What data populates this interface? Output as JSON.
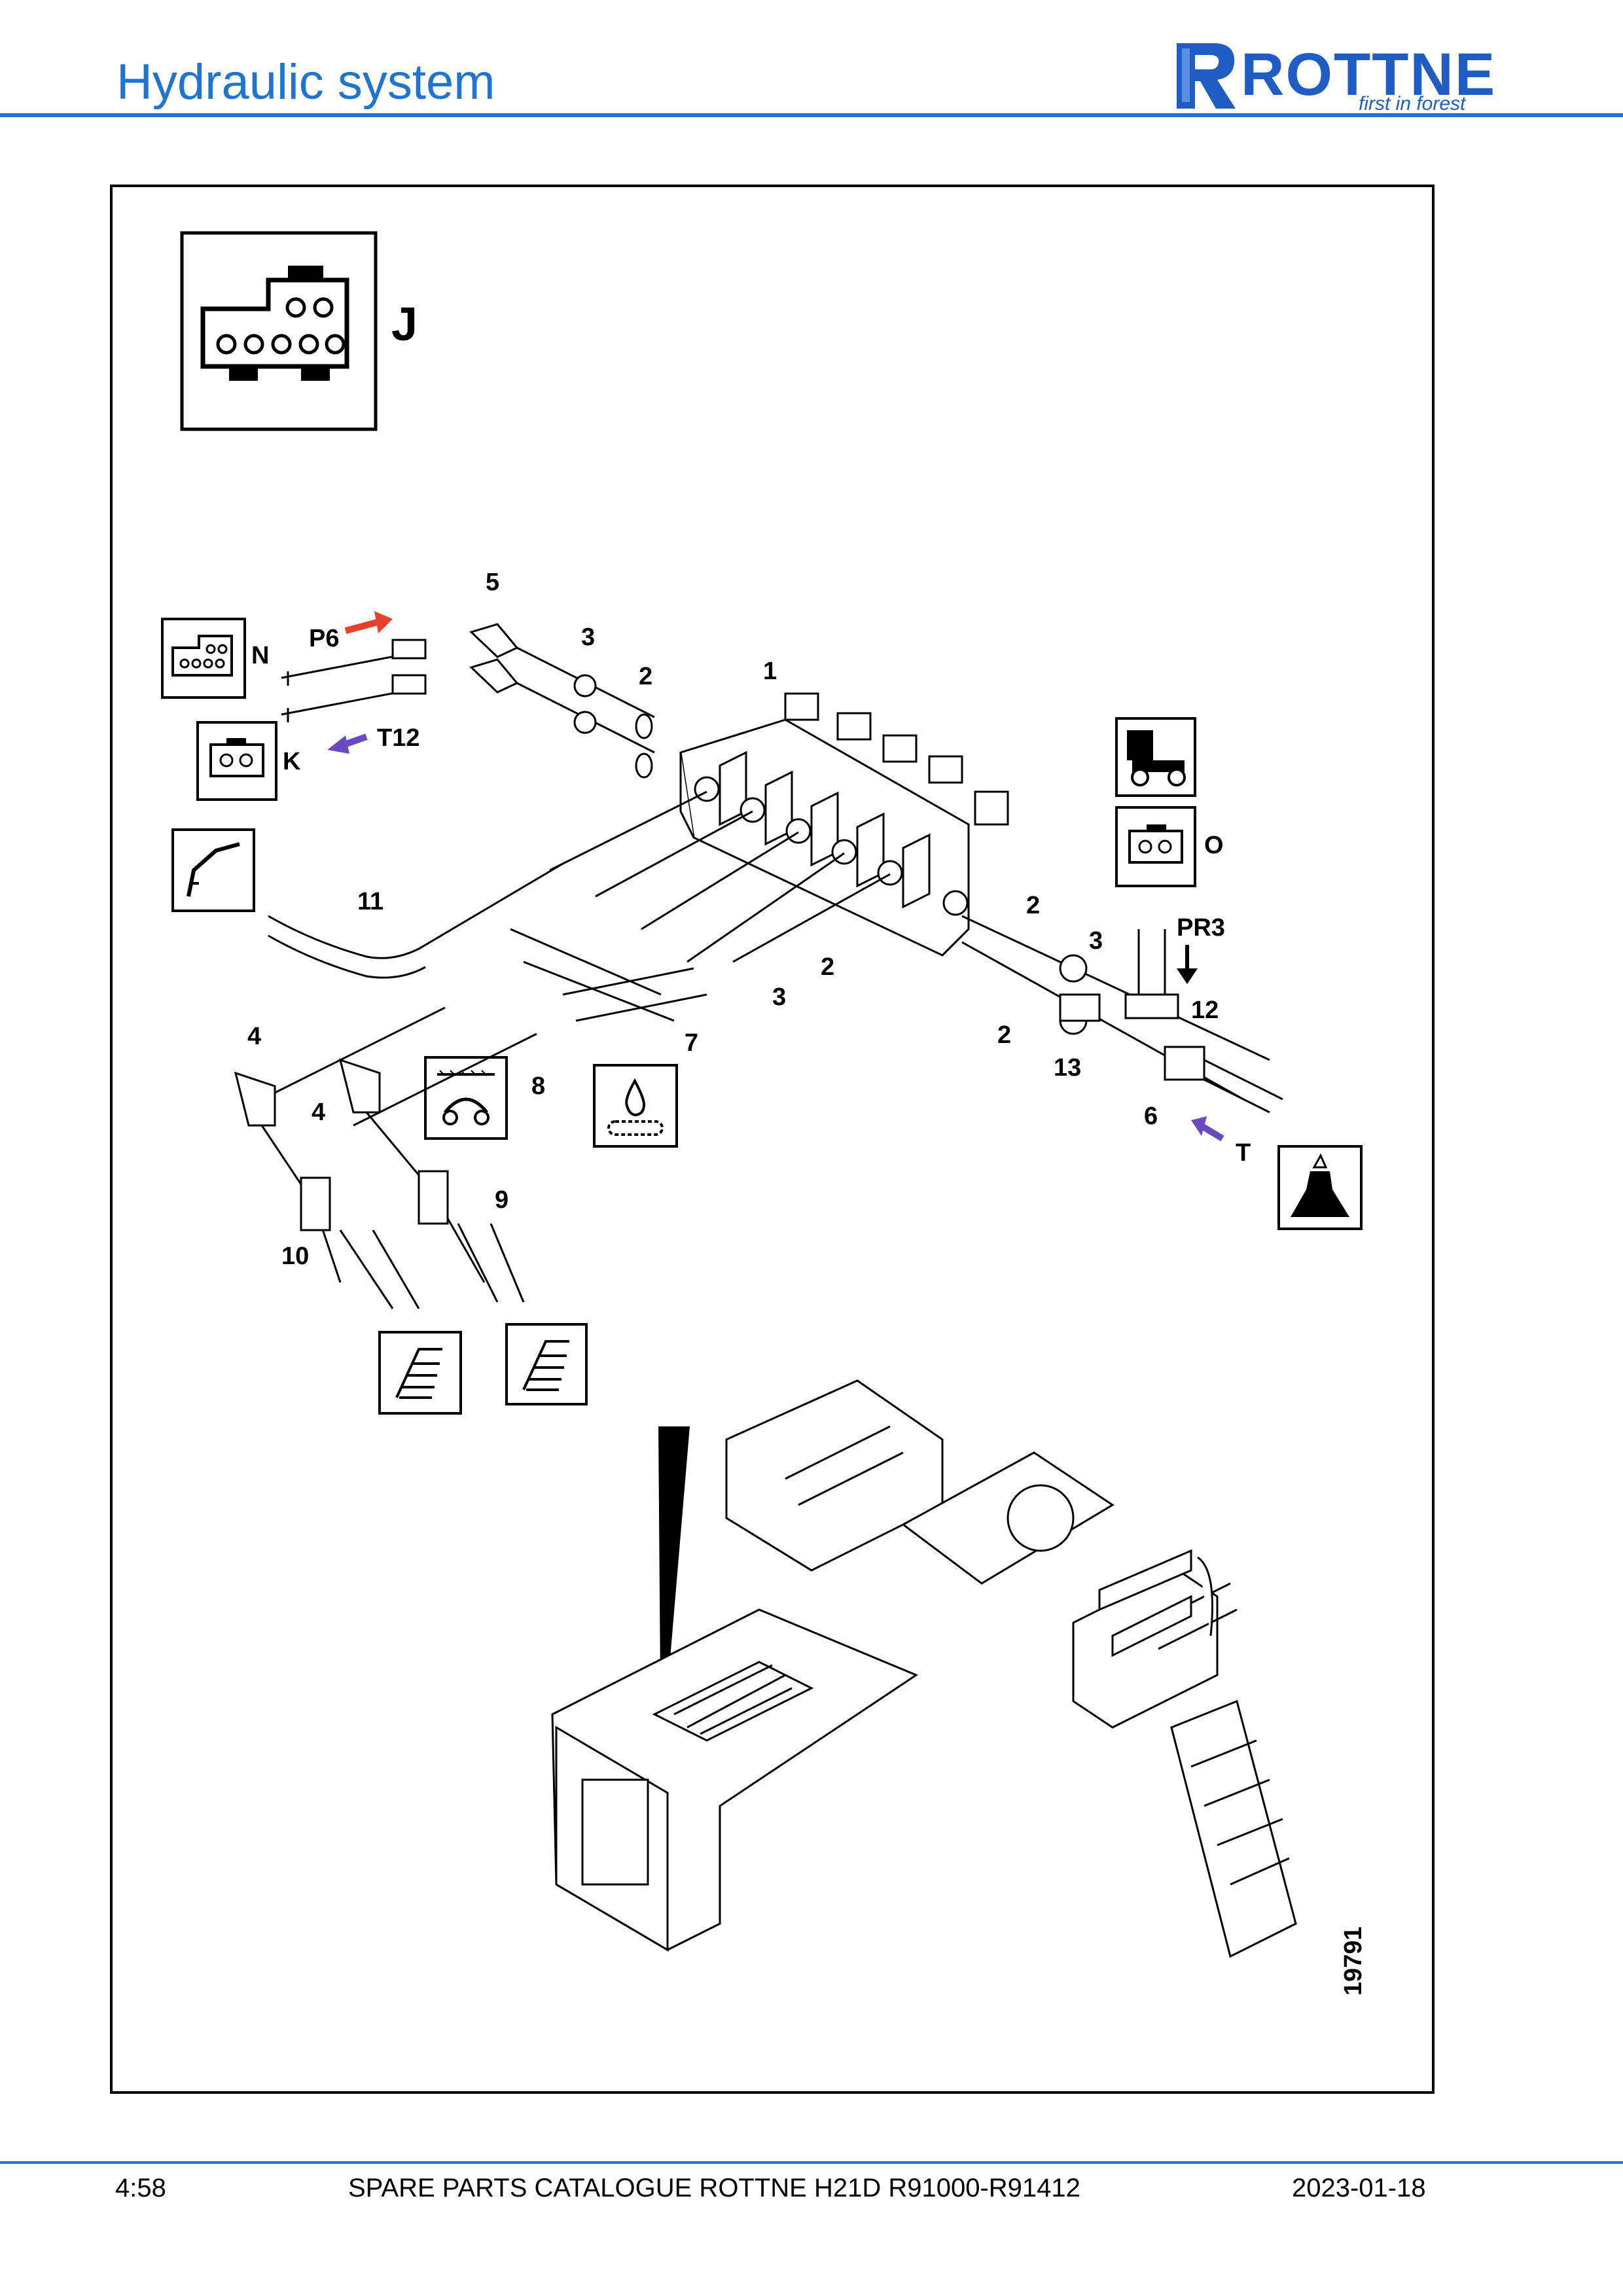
{
  "header": {
    "title": "Hydraulic system",
    "logo": {
      "brand": "ROTTNE",
      "tagline": "first in forest",
      "color": "#1f5cc4"
    }
  },
  "figure": {
    "symbol_letter": "J",
    "drawing_number": "19791",
    "item_labels": [
      "1",
      "2",
      "2",
      "2",
      "2",
      "3",
      "3",
      "3",
      "4",
      "4",
      "5",
      "6",
      "7",
      "8",
      "9",
      "10",
      "11",
      "12",
      "13"
    ],
    "port_labels": {
      "p6": "P6",
      "t12": "T12",
      "pr3": "PR3",
      "t": "T"
    },
    "connector_labels": {
      "n": "N",
      "k": "K",
      "o": "O"
    },
    "arrow_colors": {
      "pressure": "#e8412b",
      "return": "#6a4bbf"
    }
  },
  "footer": {
    "page": "4:58",
    "catalogue": "SPARE PARTS CATALOGUE ROTTNE H21D R91000-R91412",
    "date": "2023-01-18"
  },
  "colors": {
    "accent": "#1f73d1"
  }
}
